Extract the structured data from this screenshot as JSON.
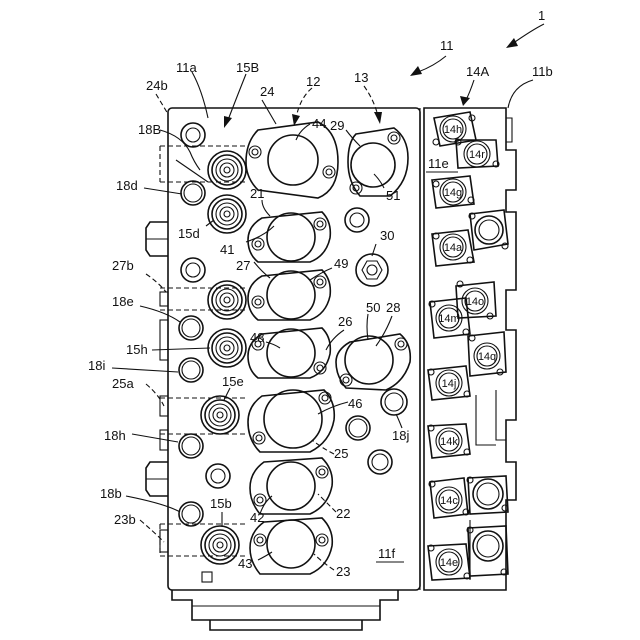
{
  "labels": {
    "n1": "1",
    "n11": "11",
    "n11a": "11a",
    "n11b": "11b",
    "n11e": "11e",
    "n11f": "11f",
    "n12": "12",
    "n13": "13",
    "n14A": "14A",
    "n15B": "15B",
    "n15b": "15b",
    "n15d": "15d",
    "n15e": "15e",
    "n15h": "15h",
    "n18B": "18B",
    "n18b": "18b",
    "n18d": "18d",
    "n18e": "18e",
    "n18h": "18h",
    "n18i": "18i",
    "n18j": "18j",
    "n21": "21",
    "n22": "22",
    "n23": "23",
    "n23b": "23b",
    "n24": "24",
    "n24b": "24b",
    "n25": "25",
    "n25a": "25a",
    "n26": "26",
    "n27": "27",
    "n27b": "27b",
    "n28": "28",
    "n29": "29",
    "n30": "30",
    "n41": "41",
    "n42": "42",
    "n43": "43",
    "n44": "44",
    "n46": "46",
    "n48": "48",
    "n49": "49",
    "n50": "50",
    "n51": "51"
  },
  "port_labels": {
    "p14h": "14h",
    "p14r": "14r",
    "p14g": "14g",
    "p14a": "14a",
    "p14o": "14o",
    "p14m": "14m",
    "p14q": "14q",
    "p14j": "14j",
    "p14k": "14k",
    "p14c": "14c",
    "p14e": "14e"
  }
}
